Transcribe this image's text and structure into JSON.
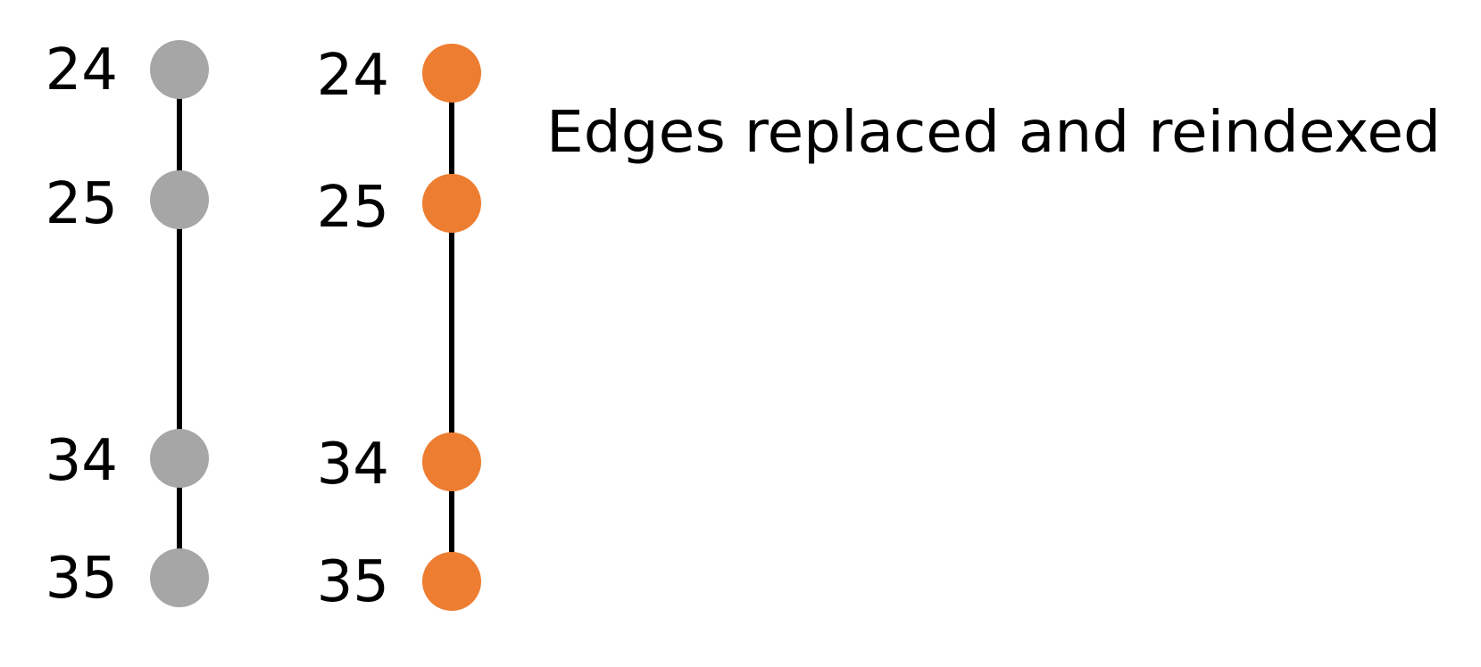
{
  "caption": "Edges replaced and reindexed",
  "colors": {
    "left_node": "#A6A6A6",
    "right_node": "#ED7D31",
    "edge": "#000000"
  },
  "left_chain": {
    "nodes": [
      {
        "label": "24"
      },
      {
        "label": "25"
      },
      {
        "label": "34"
      },
      {
        "label": "35"
      }
    ]
  },
  "right_chain": {
    "nodes": [
      {
        "label": "24"
      },
      {
        "label": "25"
      },
      {
        "label": "34"
      },
      {
        "label": "35"
      }
    ]
  }
}
